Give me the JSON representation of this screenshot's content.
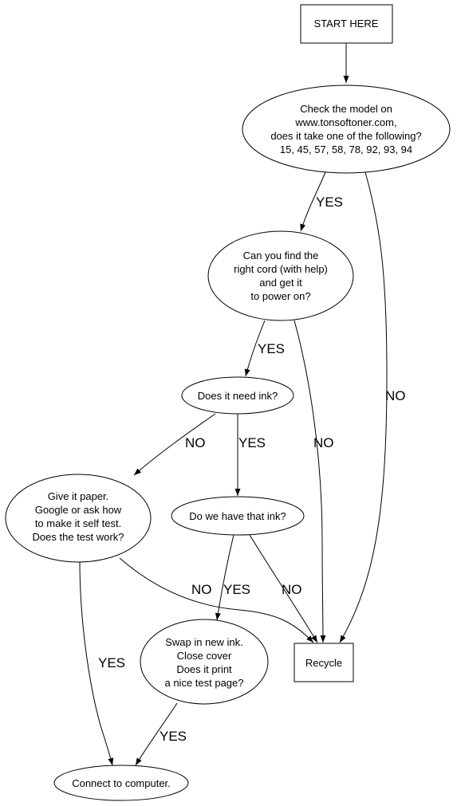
{
  "flowchart": {
    "nodes": {
      "start": {
        "lines": [
          "START HERE"
        ]
      },
      "check_model": {
        "lines": [
          "Check the model on",
          "www.tonsoftoner.com,",
          "does it take one of the following?",
          "15, 45, 57, 58, 78, 92, 93, 94"
        ]
      },
      "find_cord": {
        "lines": [
          "Can you find the",
          "right cord (with help)",
          "and get it",
          "to power on?"
        ]
      },
      "need_ink": {
        "lines": [
          "Does it need ink?"
        ]
      },
      "give_paper": {
        "lines": [
          "Give it paper.",
          "Google or ask how",
          "to make it self test.",
          "Does the test work?"
        ]
      },
      "have_ink": {
        "lines": [
          "Do we have that ink?"
        ]
      },
      "swap_ink": {
        "lines": [
          "Swap in new ink.",
          "Close cover",
          "Does it print",
          "a nice test page?"
        ]
      },
      "recycle": {
        "lines": [
          "Recycle"
        ]
      },
      "connect": {
        "lines": [
          "Connect to computer."
        ]
      }
    },
    "edge_labels": {
      "check_yes": "YES",
      "check_no": "NO",
      "cord_yes": "YES",
      "cord_no": "NO",
      "ink_no": "NO",
      "ink_yes": "YES",
      "paper_no": "NO",
      "paper_yes": "YES",
      "have_yes": "YES",
      "have_no": "NO",
      "swap_yes": "YES"
    }
  }
}
